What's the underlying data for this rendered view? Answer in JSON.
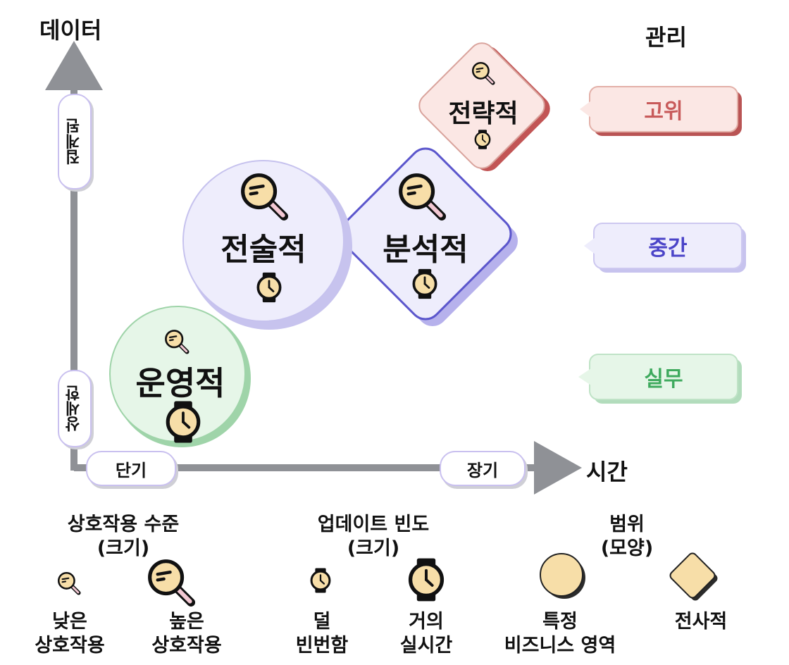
{
  "axes": {
    "y_title": "데이터",
    "x_title": "시간",
    "y_low": "상세한",
    "y_high": "집계된",
    "x_low": "단기",
    "x_high": "장기"
  },
  "management": {
    "title": "관리",
    "levels": [
      {
        "label": "고위",
        "color": "#c85a5a"
      },
      {
        "label": "중간",
        "color": "#4b44c8"
      },
      {
        "label": "실무",
        "color": "#3faa5e"
      }
    ]
  },
  "nodes": {
    "strategic": "전략적",
    "descriptive": "전술적",
    "analytical": "분석적",
    "operational": "운영적"
  },
  "legend": {
    "interaction": {
      "title_line1": "상호작용 수준",
      "title_line2": "(크기)",
      "low_line1": "낮은",
      "low_line2": "상호작용",
      "high_line1": "높은",
      "high_line2": "상호작용"
    },
    "update": {
      "title_line1": "업데이트 빈도",
      "title_line2": "(크기)",
      "low_line1": "덜",
      "low_line2": "빈번함",
      "high_line1": "거의",
      "high_line2": "실시간"
    },
    "scope": {
      "title_line1": "범위",
      "title_line2": "(모양)",
      "circle_line1": "특정",
      "circle_line2": "비즈니스 영역",
      "diamond_line1": "전사적"
    }
  }
}
